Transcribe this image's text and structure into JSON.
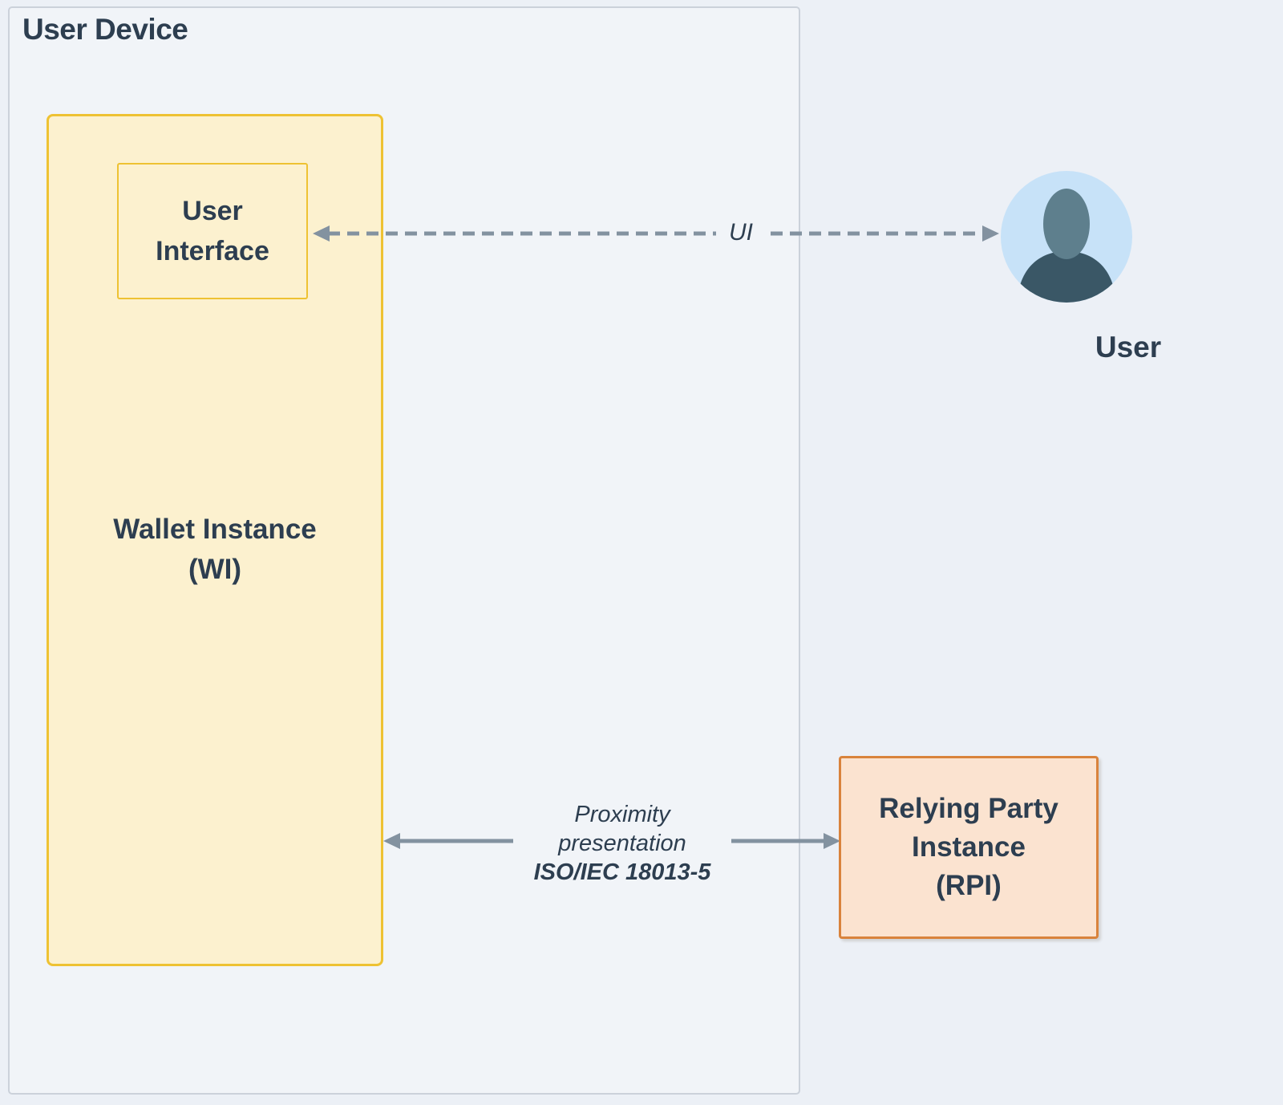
{
  "user_device": {
    "title": "User Device"
  },
  "wallet_instance": {
    "line1": "Wallet Instance",
    "line2": "(WI)"
  },
  "user_interface": {
    "line1": "User",
    "line2": "Interface"
  },
  "user_actor": {
    "label": "User",
    "icon": "person-avatar-icon"
  },
  "relying_party_instance": {
    "line1": "Relying Party",
    "line2": "Instance",
    "line3": "(RPI)"
  },
  "edges": {
    "ui": {
      "label": "UI",
      "style": "dashed",
      "from": "User Interface",
      "to": "User"
    },
    "proximity": {
      "line1": "Proximity",
      "line2": "presentation",
      "line3": "ISO/IEC 18013-5",
      "style": "solid",
      "from": "Wallet Instance (WI)",
      "to": "Relying Party Instance (RPI)"
    }
  },
  "colors": {
    "page_bg": "#ecf0f6",
    "container_bg": "#f1f4f8",
    "container_border": "#cbd1da",
    "wallet_bg": "#fcf1cf",
    "wallet_border": "#eec233",
    "rpi_bg": "#fbe3d0",
    "rpi_border": "#d9833c",
    "actor_circle": "#c7e2f8",
    "actor_head": "#5e7f8d",
    "actor_body": "#3a5766",
    "arrow": "#8392a0",
    "text": "#2d3e50"
  }
}
